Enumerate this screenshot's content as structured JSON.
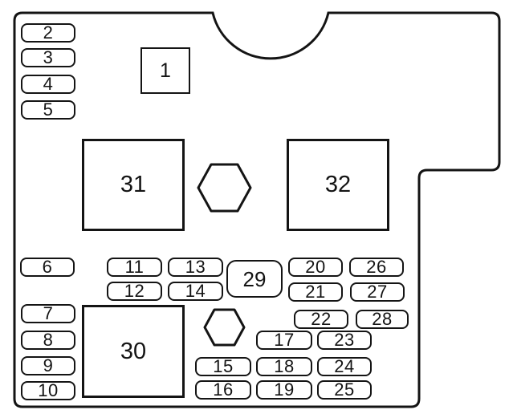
{
  "figure": {
    "line_color": "#141414",
    "background_color": "#ffffff",
    "labels": {
      "1": "1",
      "2": "2",
      "3": "3",
      "4": "4",
      "5": "5",
      "6": "6",
      "7": "7",
      "8": "8",
      "9": "9",
      "10": "10",
      "11": "11",
      "12": "12",
      "13": "13",
      "14": "14",
      "15": "15",
      "16": "16",
      "17": "17",
      "18": "18",
      "19": "19",
      "20": "20",
      "21": "21",
      "22": "22",
      "23": "23",
      "24": "24",
      "25": "25",
      "26": "26",
      "27": "27",
      "28": "28",
      "29": "29",
      "30": "30",
      "31": "31",
      "32": "32"
    }
  }
}
